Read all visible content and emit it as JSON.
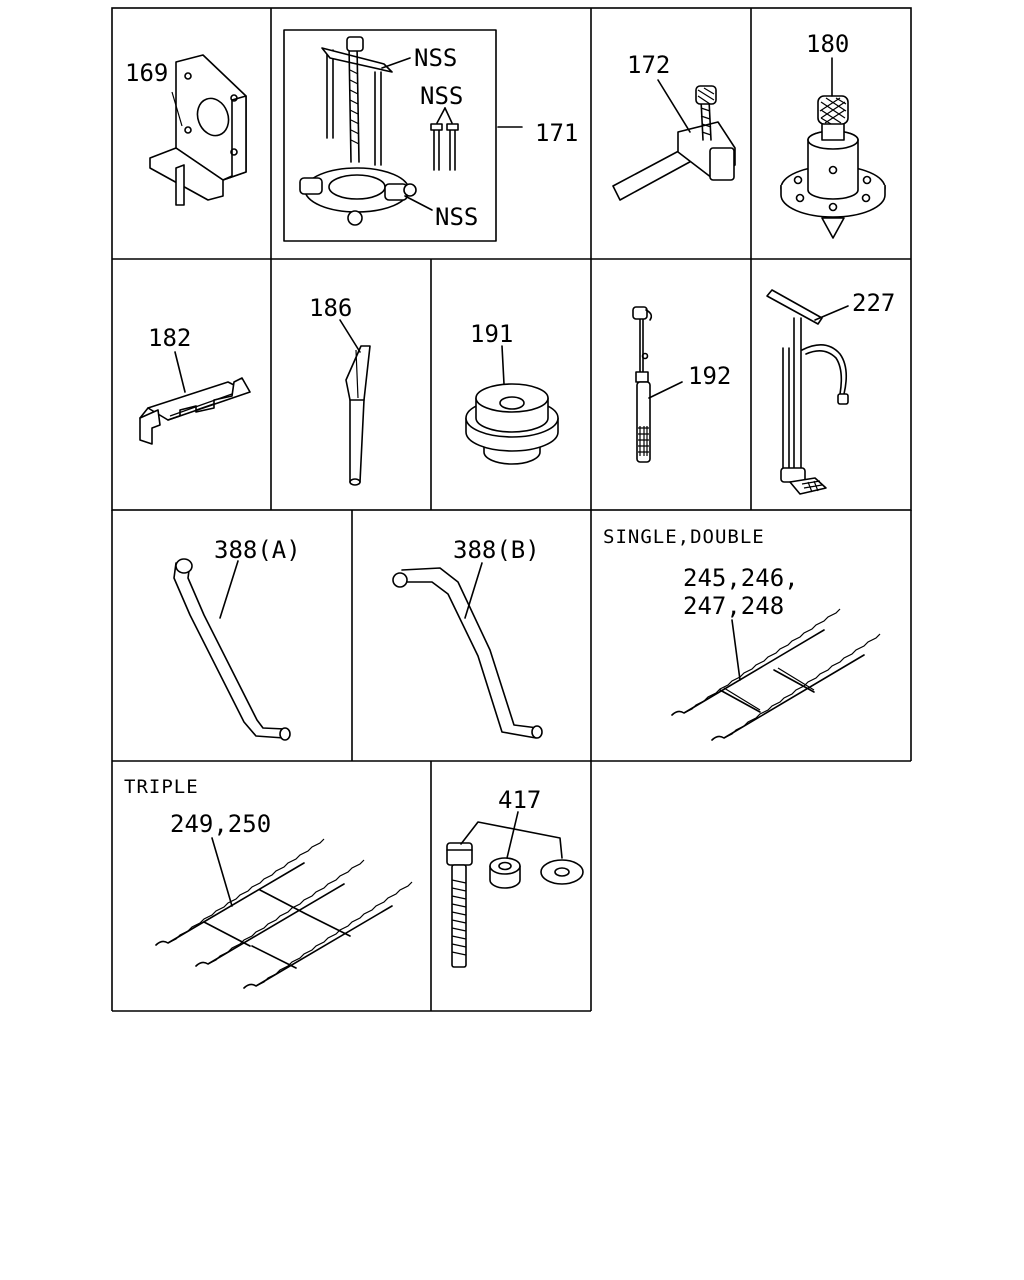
{
  "labels": {
    "c169": "169",
    "c171": "171",
    "c171_nss_top": "NSS",
    "c171_nss_mid": "NSS",
    "c171_nss_bot": "NSS",
    "c172": "172",
    "c180": "180",
    "c182": "182",
    "c186": "186",
    "c191": "191",
    "c192": "192",
    "c227": "227",
    "c388a": "388(A)",
    "c388b": "388(B)",
    "c245_line1": "245,246,",
    "c245_line2": "247,248",
    "c245_header": "SINGLE,DOUBLE",
    "c249": "249,250",
    "c249_header": "TRIPLE",
    "c417": "417"
  }
}
